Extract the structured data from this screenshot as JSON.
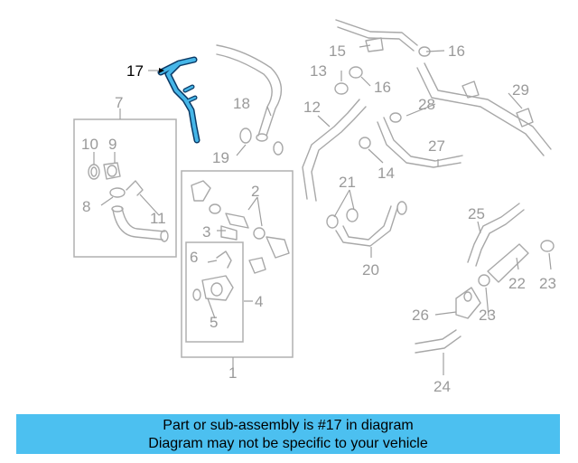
{
  "banner": {
    "line1": "Part or sub-assembly is #17 in diagram",
    "line2": "Diagram may not be specific to your vehicle"
  },
  "callouts": {
    "c1": "1",
    "c2": "2",
    "c3": "3",
    "c4": "4",
    "c5": "5",
    "c6": "6",
    "c7": "7",
    "c8": "8",
    "c9": "9",
    "c10": "10",
    "c11": "11",
    "c12": "12",
    "c13": "13",
    "c14": "14",
    "c15": "15",
    "c16a": "16",
    "c16b": "16",
    "c17": "17",
    "c18": "18",
    "c19": "19",
    "c20": "20",
    "c21": "21",
    "c22": "22",
    "c23a": "23",
    "c23b": "23",
    "c24": "24",
    "c25": "25",
    "c26": "26",
    "c27": "27",
    "c28": "28",
    "c29": "29"
  },
  "colors": {
    "highlight_part": "#46b6e8",
    "highlight_outline": "#0b3a66",
    "banner": "#4cc0f0",
    "callout": "#9a9a9a"
  }
}
